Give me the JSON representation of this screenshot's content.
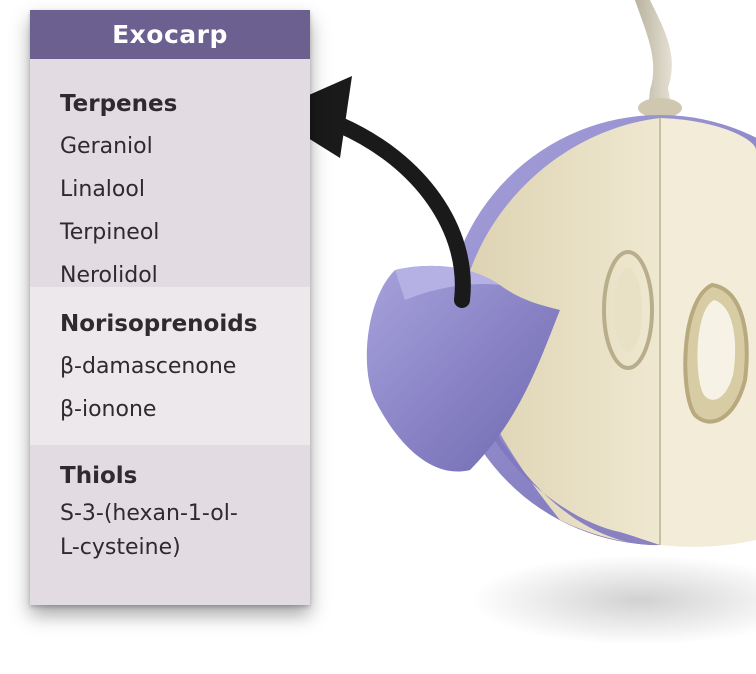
{
  "panel": {
    "header": "Exocarp",
    "sections": [
      {
        "title": "Terpenes",
        "items": [
          "Geraniol",
          "Linalool",
          "Terpineol",
          "Nerolidol"
        ]
      },
      {
        "title": "Norisoprenoids",
        "items": [
          "β-damascenone",
          "β-ionone"
        ]
      },
      {
        "title": "Thiols",
        "items": [
          "S-3-(hexan-1-ol-",
          "L-cysteine)"
        ]
      }
    ]
  },
  "colors": {
    "header_bg": "#6b6090",
    "panel_bg": "#e4dde4",
    "exocarp_skin": "#8f89c9",
    "pulp": "#e6dcc0",
    "arrow": "#1a1a1a"
  },
  "icons": {
    "grape_berry": "grape-cross-section-icon",
    "arrow": "curved-arrow-icon"
  }
}
